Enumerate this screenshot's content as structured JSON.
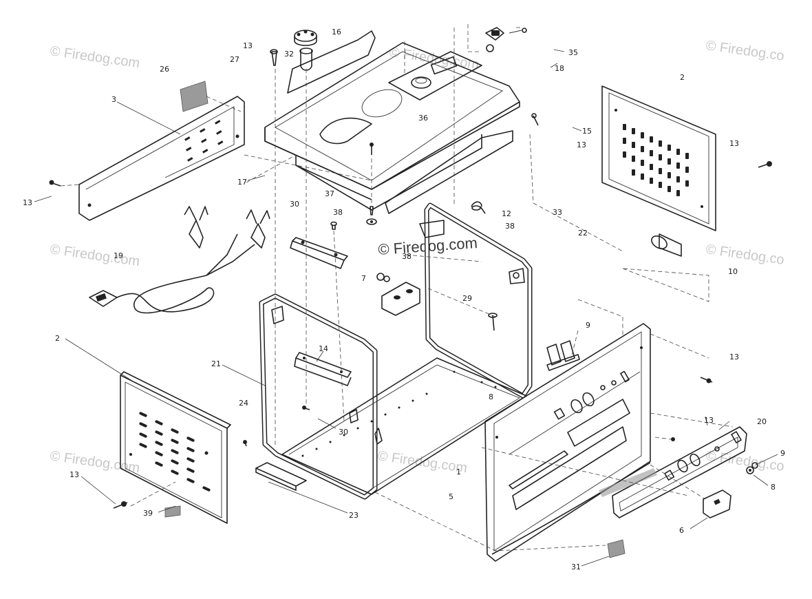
{
  "watermark": {
    "text": "© Firedog.com",
    "text_short": "© Firedog.co"
  },
  "callouts": [
    "16",
    "13",
    "32",
    "27",
    "26",
    "35",
    "18",
    "2",
    "3",
    "36",
    "15",
    "13",
    "13",
    "13",
    "17",
    "37",
    "30",
    "38",
    "12",
    "38",
    "33",
    "22",
    "19",
    "10",
    "7",
    "38",
    "29",
    "9",
    "2",
    "14",
    "21",
    "13",
    "24",
    "8",
    "30",
    "13",
    "20",
    "9",
    "8",
    "1",
    "5",
    "6",
    "13",
    "39",
    "23",
    "31"
  ]
}
